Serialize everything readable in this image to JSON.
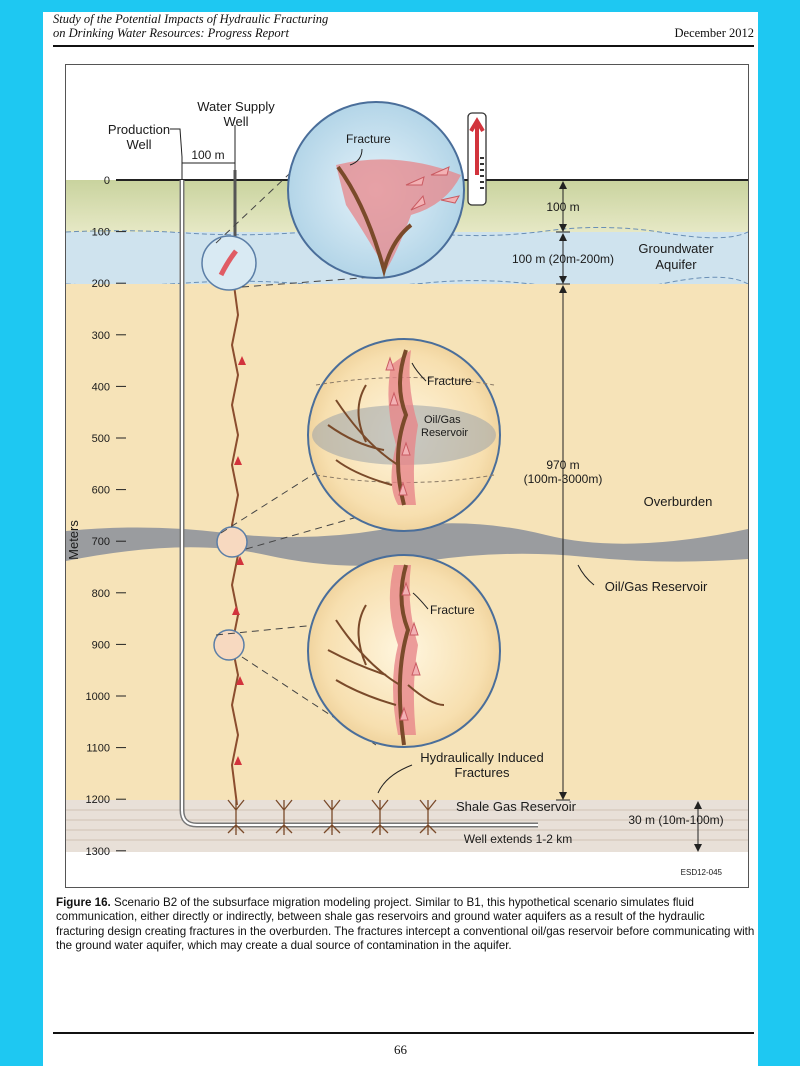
{
  "header": {
    "title_line1": "Study of the Potential Impacts of Hydraulic Fracturing",
    "title_line2": "on Drinking Water Resources: Progress Report",
    "date": "December 2012"
  },
  "figure": {
    "axis_label": "Meters",
    "depth_ticks": [
      "0",
      "100",
      "200",
      "300",
      "400",
      "500",
      "600",
      "700",
      "800",
      "900",
      "1000",
      "1100",
      "1200",
      "1300"
    ],
    "labels": {
      "production_well_1": "Production",
      "production_well_2": "Well",
      "water_supply_1": "Water Supply",
      "water_supply_2": "Well",
      "spacing": "100 m",
      "dist_top": "100 m",
      "dist_aquifer": "100 m (20m-200m)",
      "groundwater_1": "Groundwater",
      "groundwater_2": "Aquifer",
      "dist_overburden_1": "970 m",
      "dist_overburden_2": "(100m-3000m)",
      "overburden": "Overburden",
      "oil_gas_reservoir": "Oil/Gas Reservoir",
      "fracture_top": "Fracture",
      "fracture_mid": "Fracture",
      "oil_gas_mid_1": "Oil/Gas",
      "oil_gas_mid_2": "Reservoir",
      "fracture_bottom": "Fracture",
      "induced_1": "Hydraulically Induced",
      "induced_2": "Fractures",
      "shale": "Shale Gas Reservoir",
      "dist_shale": "30 m (10m-100m)",
      "well_extends": "Well extends 1-2 km",
      "code": "ESD12-045"
    }
  },
  "caption": {
    "label": "Figure 16.",
    "text": " Scenario B2 of the subsurface migration modeling project. Similar to B1, this hypothetical scenario simulates fluid communication, either directly or indirectly, between shale gas reservoirs and ground water aquifers as a result of the hydraulic fracturing design creating fractures in the overburden. The fractures intercept a conventional oil/gas reservoir before communicating with the ground water aquifer, which may create a dual source of contamination in the aquifer."
  },
  "page_number": "66",
  "colors": {
    "background": "#1ec8f2",
    "overburden": "#f6e3b8",
    "aquifer": "#cfe3ee",
    "shale": "#e8e0d8",
    "fracture": "#7a4a2a",
    "plume": "#e7868a"
  }
}
